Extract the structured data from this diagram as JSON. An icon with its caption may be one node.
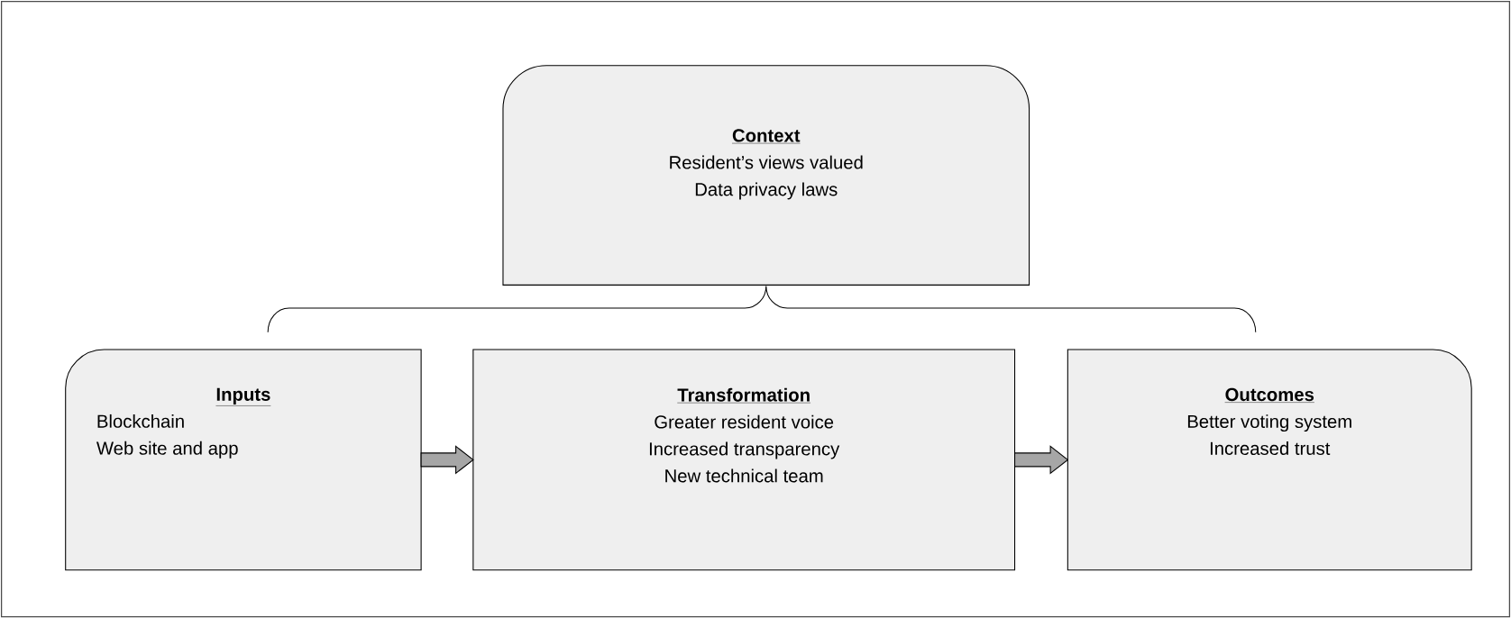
{
  "diagram": {
    "nodes": [
      {
        "text": [
          "Context",
          "Resident’s views valued",
          "Data privacy laws"
        ]
      },
      {
        "text": [
          "Inputs",
          "Blockchain",
          "Web site and app"
        ]
      },
      {
        "text": [
          "Transformation",
          "Greater resident voice",
          "Increased transparency",
          "New technical team"
        ]
      },
      {
        "text": [
          "Outcomes",
          "Better voting system",
          "Increased trust"
        ]
      }
    ],
    "edges": [
      {
        "from": 1,
        "to": 2,
        "arrow": "to"
      },
      {
        "from": 2,
        "to": 3,
        "arrow": "to"
      }
    ]
  }
}
